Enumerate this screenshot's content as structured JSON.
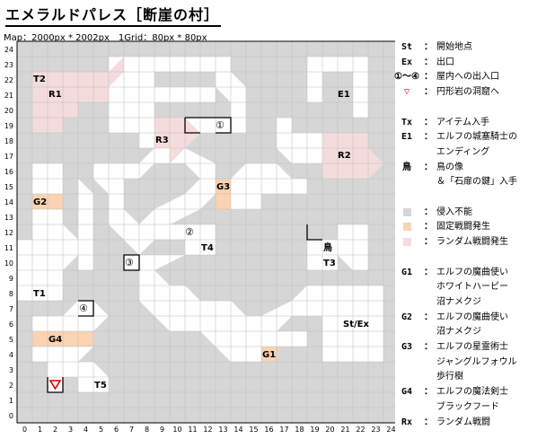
{
  "title": "エメラルドパレス［断崖の村］",
  "map_info": "Map：2000px * 2002px　1Grid：80px * 80px",
  "colors": {
    "impassable": "#d6d6d6",
    "fixed_battle": "#f9d3b2",
    "random_battle": "#f5dcdc",
    "walkable": "#ffffff",
    "grid_line": "#cfcfcf",
    "exit_marker": "#e00000"
  },
  "grid": {
    "x_labels": [
      "0",
      "1",
      "2",
      "3",
      "4",
      "5",
      "6",
      "7",
      "8",
      "9",
      "10",
      "11",
      "12",
      "13",
      "14",
      "15",
      "16",
      "17",
      "18",
      "19",
      "20",
      "21",
      "22",
      "23",
      "24"
    ],
    "y_labels": [
      "0",
      "1",
      "2",
      "3",
      "4",
      "5",
      "6",
      "7",
      "8",
      "9",
      "10",
      "11",
      "12",
      "13",
      "14",
      "15",
      "16",
      "17",
      "18",
      "19",
      "20",
      "21",
      "22",
      "23",
      "24"
    ]
  },
  "map_labels": {
    "T2": "T2",
    "R1": "R1",
    "R3": "R3",
    "E1": "E1",
    "R2": "R2",
    "G2": "G2",
    "G3": "G3",
    "T4": "T4",
    "bird": "鳥",
    "T3": "T3",
    "T1": "T1",
    "G4": "G4",
    "StEx": "St/Ex",
    "G1": "G1",
    "T5": "T5",
    "c1": "①",
    "c2": "②",
    "c3": "③",
    "c4": "④"
  },
  "legend": [
    {
      "sym": "St",
      "text": "開始地点"
    },
    {
      "sym": "Ex",
      "text": "出口"
    },
    {
      "sym": "①～④",
      "text": "屋内への出入口"
    },
    {
      "sym": "▽",
      "text": "円形岩の洞窟へ",
      "marker": "exit"
    },
    {
      "sym": "",
      "text": ""
    },
    {
      "sym": "Tx",
      "text": "アイテム入手"
    },
    {
      "sym": "E1",
      "text": "エルフの城塞騎士の"
    },
    {
      "sym": "",
      "text": "エンディング"
    },
    {
      "sym": "鳥",
      "text": "鳥の像"
    },
    {
      "sym": "",
      "text": "＆「石扉の鍵」入手"
    },
    {
      "sym": "",
      "text": ""
    },
    {
      "sym": "",
      "text": "侵入不能",
      "swatch": "impassable"
    },
    {
      "sym": "",
      "text": "固定戦闘発生",
      "swatch": "fixed_battle"
    },
    {
      "sym": "",
      "text": "ランダム戦闘発生",
      "swatch": "random_battle"
    },
    {
      "sym": "",
      "text": ""
    },
    {
      "sym": "G1",
      "text": "エルフの魔曲使い"
    },
    {
      "sym": "",
      "text": "ホワイトハーピー"
    },
    {
      "sym": "",
      "text": "沼ナメクジ"
    },
    {
      "sym": "G2",
      "text": "エルフの魔曲使い"
    },
    {
      "sym": "",
      "text": "沼ナメクジ"
    },
    {
      "sym": "G3",
      "text": "エルフの星霊術士"
    },
    {
      "sym": "",
      "text": "ジャングルフォウル"
    },
    {
      "sym": "",
      "text": "歩行樹"
    },
    {
      "sym": "G4",
      "text": "エルフの魔法剣士"
    },
    {
      "sym": "",
      "text": "ブラックフード"
    },
    {
      "sym": "Rx",
      "text": "ランダム戦闘"
    }
  ]
}
